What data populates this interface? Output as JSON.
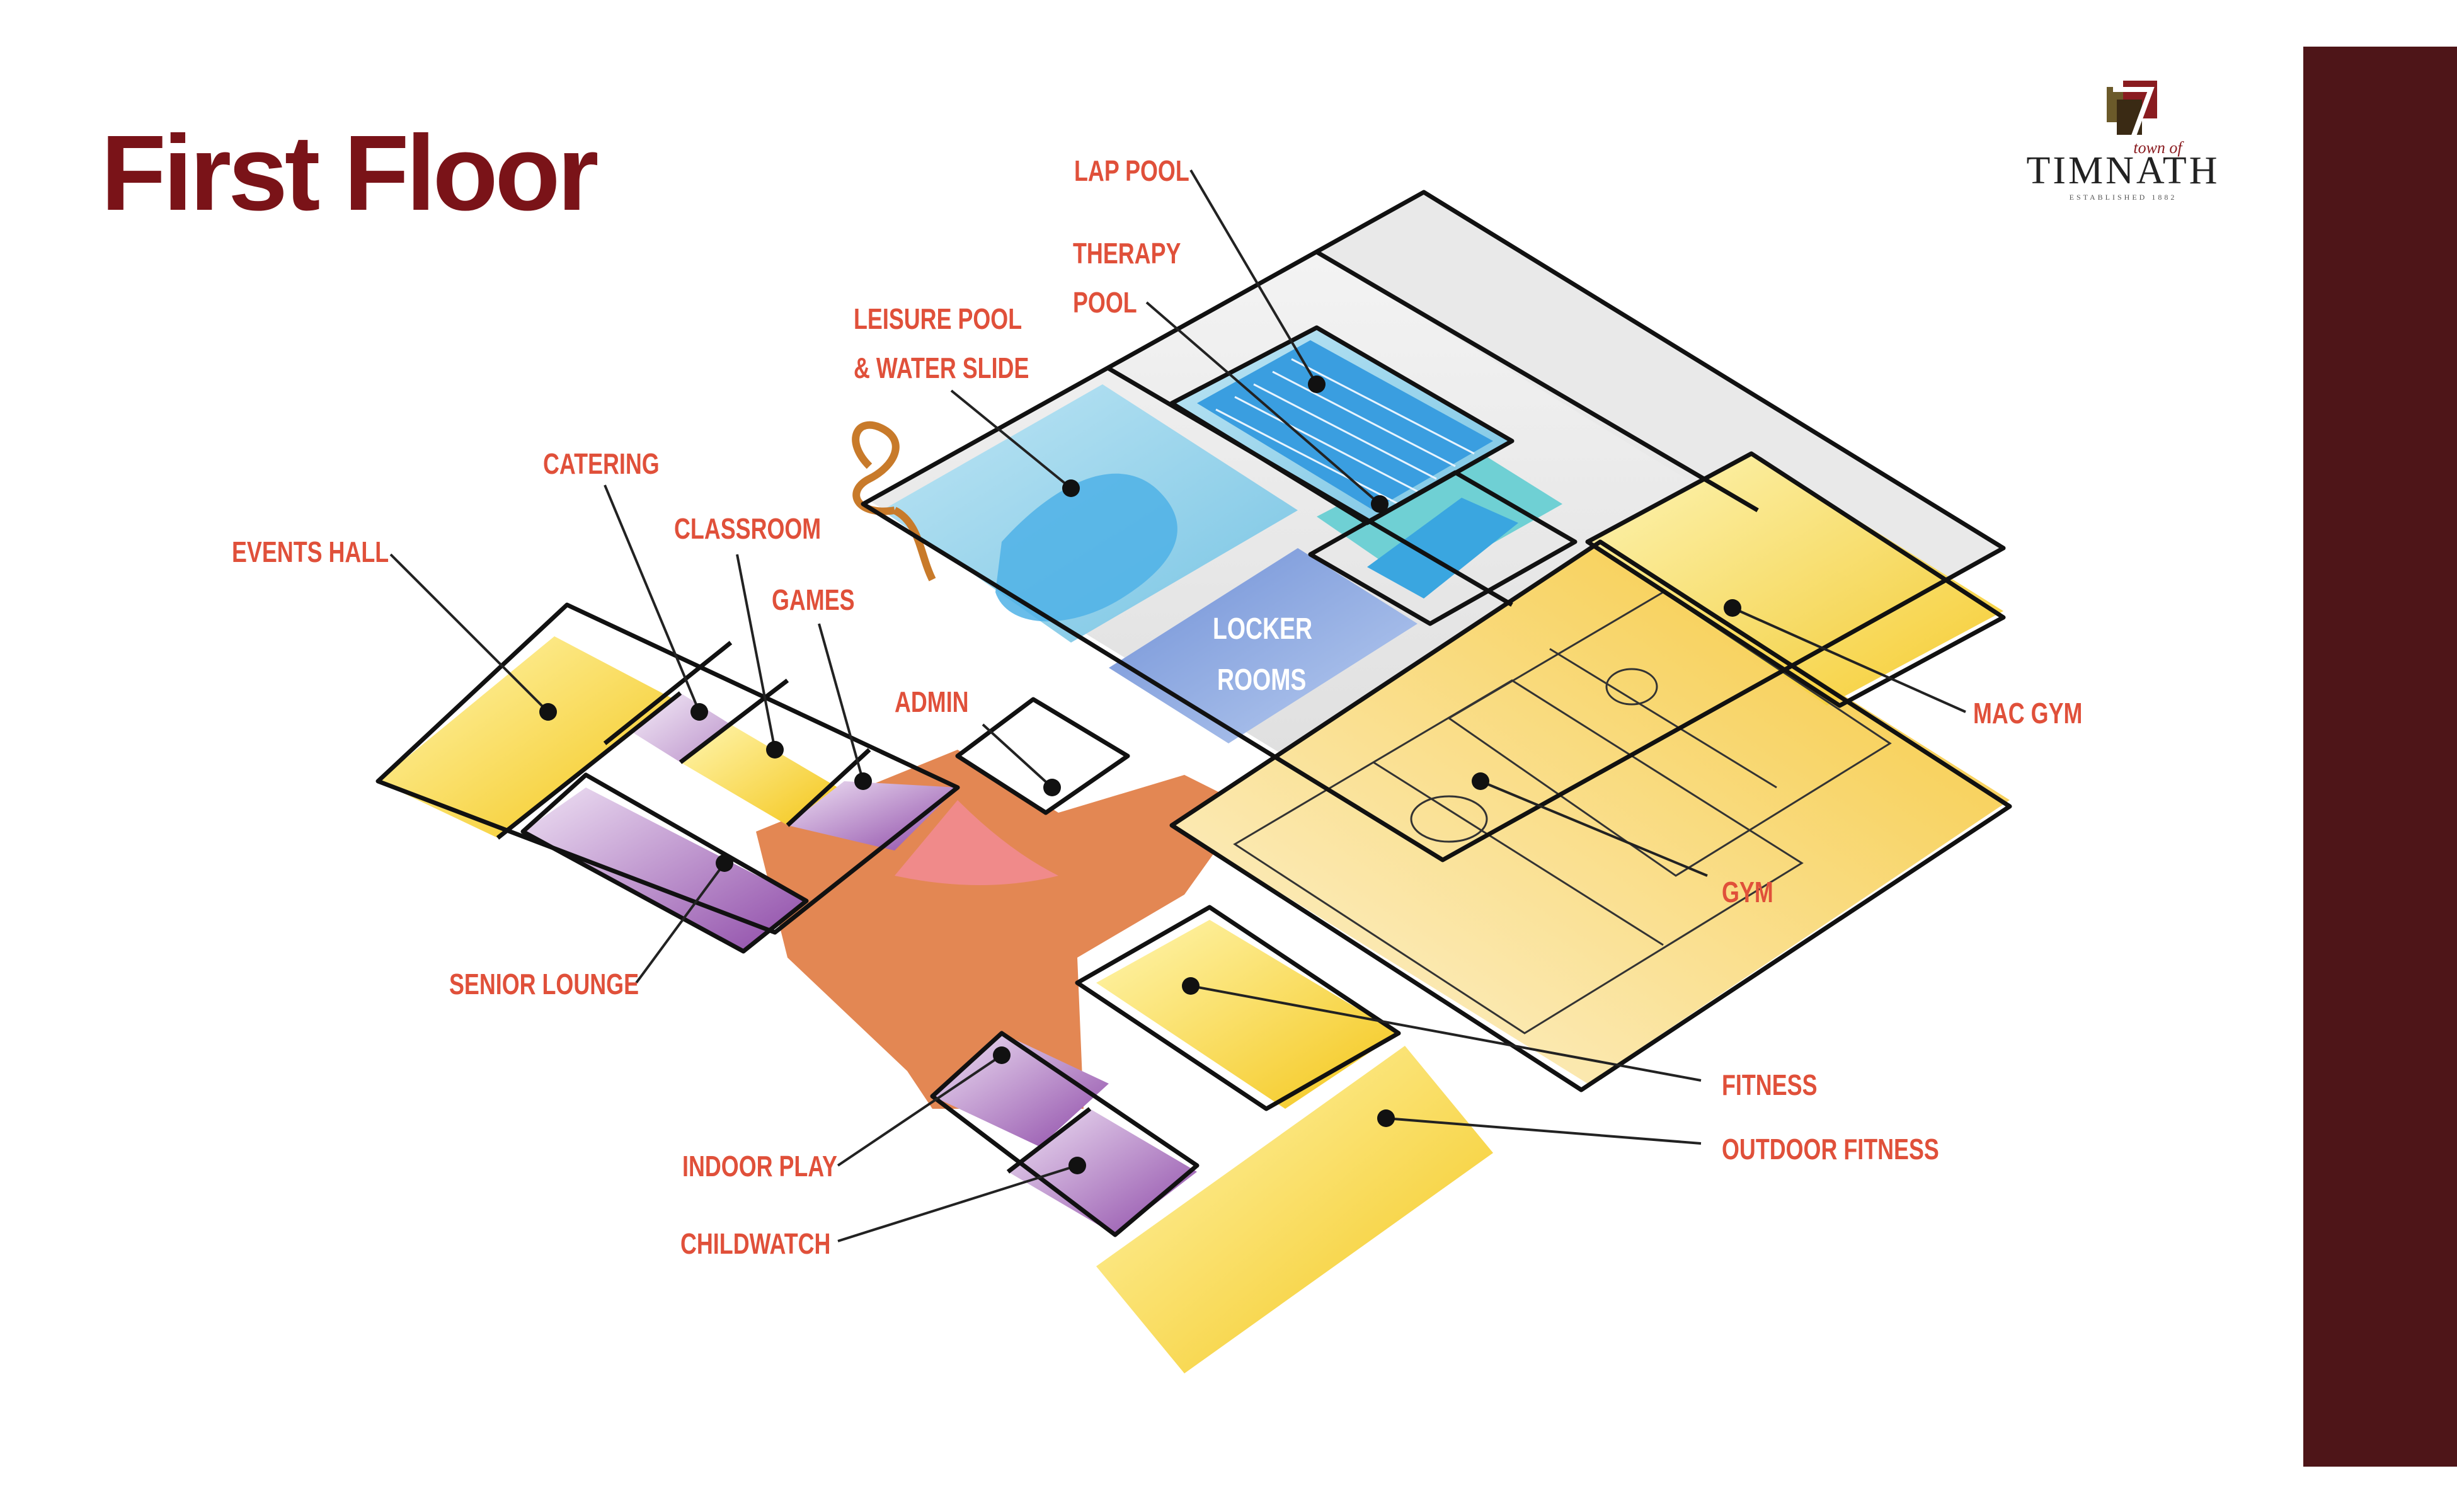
{
  "title": "First Floor",
  "logo": {
    "script": "town of",
    "word": "TIMNATH",
    "established": "ESTABLISHED 1882"
  },
  "colors": {
    "title": "#7a1318",
    "sidebar": "#4e1518",
    "label": "#e0503a",
    "circulation": "#e07a40",
    "pool": "#7cc6ea",
    "court": "#f6c83a",
    "purple": "#9a5ab8"
  },
  "labels": {
    "lap_pool": "LAP POOL",
    "therapy_pool_1": "THERAPY",
    "therapy_pool_2": "POOL",
    "leisure_pool_1": "LEISURE POOL",
    "leisure_pool_2": "& WATER SLIDE",
    "catering": "CATERING",
    "classroom": "CLASSROOM",
    "events_hall": "EVENTS HALL",
    "games": "GAMES",
    "admin": "ADMIN",
    "locker_1": "LOCKER",
    "locker_2": "ROOMS",
    "mac_gym": "MAC GYM",
    "gym": "GYM",
    "senior_lounge": "SENIOR LOUNGE",
    "fitness": "FITNESS",
    "outdoor_fitness": "OUTDOOR FITNESS",
    "indoor_play": "INDOOR PLAY",
    "childwatch": "CHILDWATCH"
  }
}
